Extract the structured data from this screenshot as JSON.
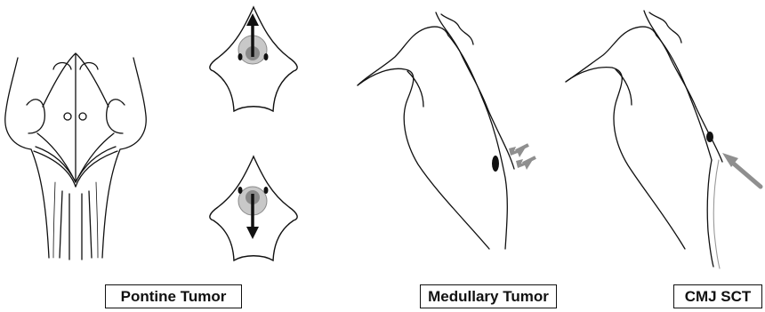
{
  "labels": {
    "pontine": "Pontine Tumor",
    "medullary": "Medullary Tumor",
    "cmj": "CMJ SCT"
  },
  "colors": {
    "line": "#111111",
    "arrow_gray": "#8f8f8f",
    "tumor_ring": "#c8c8c8",
    "tumor_core": "#8a8a8a",
    "lesion": "#111111"
  },
  "icons": {
    "brainstem": "brainstem-dorsal-view-icon",
    "cross_section": "brainstem-cross-section-icon",
    "sagittal": "sagittal-brainstem-icon",
    "arrow": "arrow-icon"
  }
}
